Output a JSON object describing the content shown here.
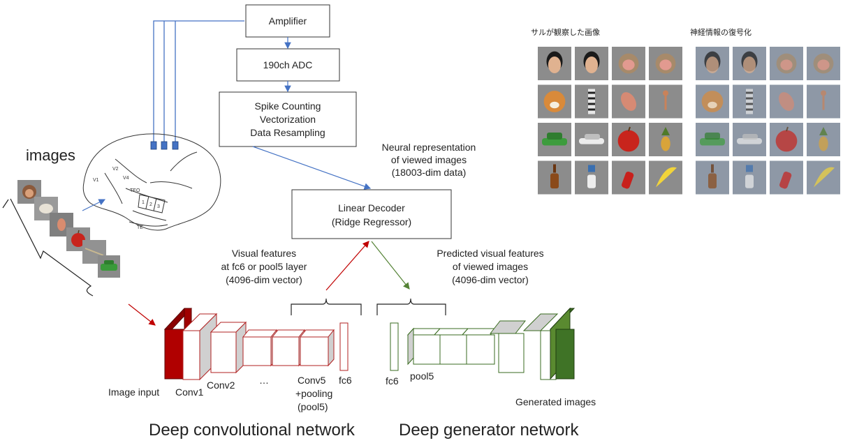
{
  "pipeline": {
    "amplifier": "Amplifier",
    "adc": "190ch ADC",
    "processing": [
      "Spike Counting",
      "Vectorization",
      "Data Resampling"
    ],
    "neural_representation": [
      "Neural representation",
      "of viewed images",
      "(18003-dim data)"
    ],
    "decoder": [
      "Linear Decoder",
      "(Ridge Regressor)"
    ],
    "visual_features": [
      "Visual features",
      "at fc6 or pool5 layer",
      "(4096-dim vector)"
    ],
    "predicted_features": [
      "Predicted visual features",
      "of viewed images",
      "(4096-dim vector)"
    ]
  },
  "brain": {
    "regions": [
      "V1",
      "V2",
      "V4",
      "TEO",
      "TE"
    ],
    "channels": [
      "1",
      "2",
      "3"
    ]
  },
  "images_label": "images",
  "cnn": {
    "title": "Deep convolutional network",
    "labels": {
      "image_input": "Image input",
      "conv1": "Conv1",
      "conv2": "Conv2",
      "ellipsis": "…",
      "conv5": [
        "Conv5",
        "+pooling",
        "(pool5)"
      ],
      "fc6": "fc6"
    },
    "color": "#a01010"
  },
  "generator": {
    "title": "Deep generator network",
    "labels": {
      "fc6": "fc6",
      "pool5": "pool5",
      "generated": "Generated images"
    },
    "color": "#3a6b20"
  },
  "grids": {
    "viewed_title": "サルが観察した画像",
    "decoded_title": "神経情報の復号化"
  },
  "colors": {
    "blue": "#4472c4",
    "red": "#c00000",
    "green": "#548235"
  }
}
